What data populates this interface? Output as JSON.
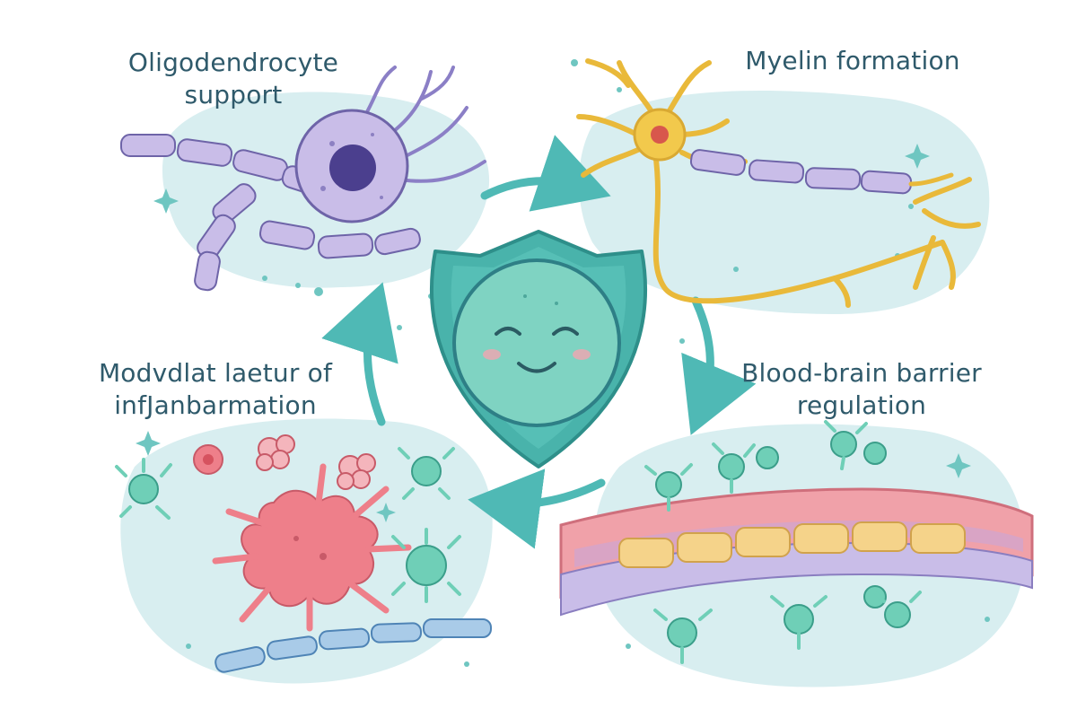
{
  "diagram": {
    "palette": {
      "blob": "#d8eef0",
      "arrow": "#4fb9b5",
      "shield": "#49b3ab",
      "shield_dark": "#2e8f8a",
      "face": "#7fd3c2",
      "text": "#2f5a6b",
      "oligodendrocyte": "#c9bde8",
      "neuron": "#f2c94c",
      "microglia": "#ee7f8a",
      "immune_cell": "#6fcfb7",
      "vessel": "#f0a1a9",
      "endothelium": "#f5d38a",
      "axon_sheath": "#a9cbe8"
    },
    "center": {
      "icon": "shield-icon",
      "expression": "smiling"
    },
    "labels": {
      "top_left": {
        "line1": "Oligodendrocyte",
        "line2": "support"
      },
      "top_right": {
        "line1": "Myelin formation"
      },
      "bottom_left": {
        "line1": "Modvdlat laetur of",
        "line2": "infJanbarmation"
      },
      "bottom_right": {
        "line1": "Blood-brain barrier",
        "line2": "regulation"
      }
    },
    "cycle_arrows": [
      "arrow-top",
      "arrow-right",
      "arrow-bottom",
      "arrow-left"
    ]
  }
}
